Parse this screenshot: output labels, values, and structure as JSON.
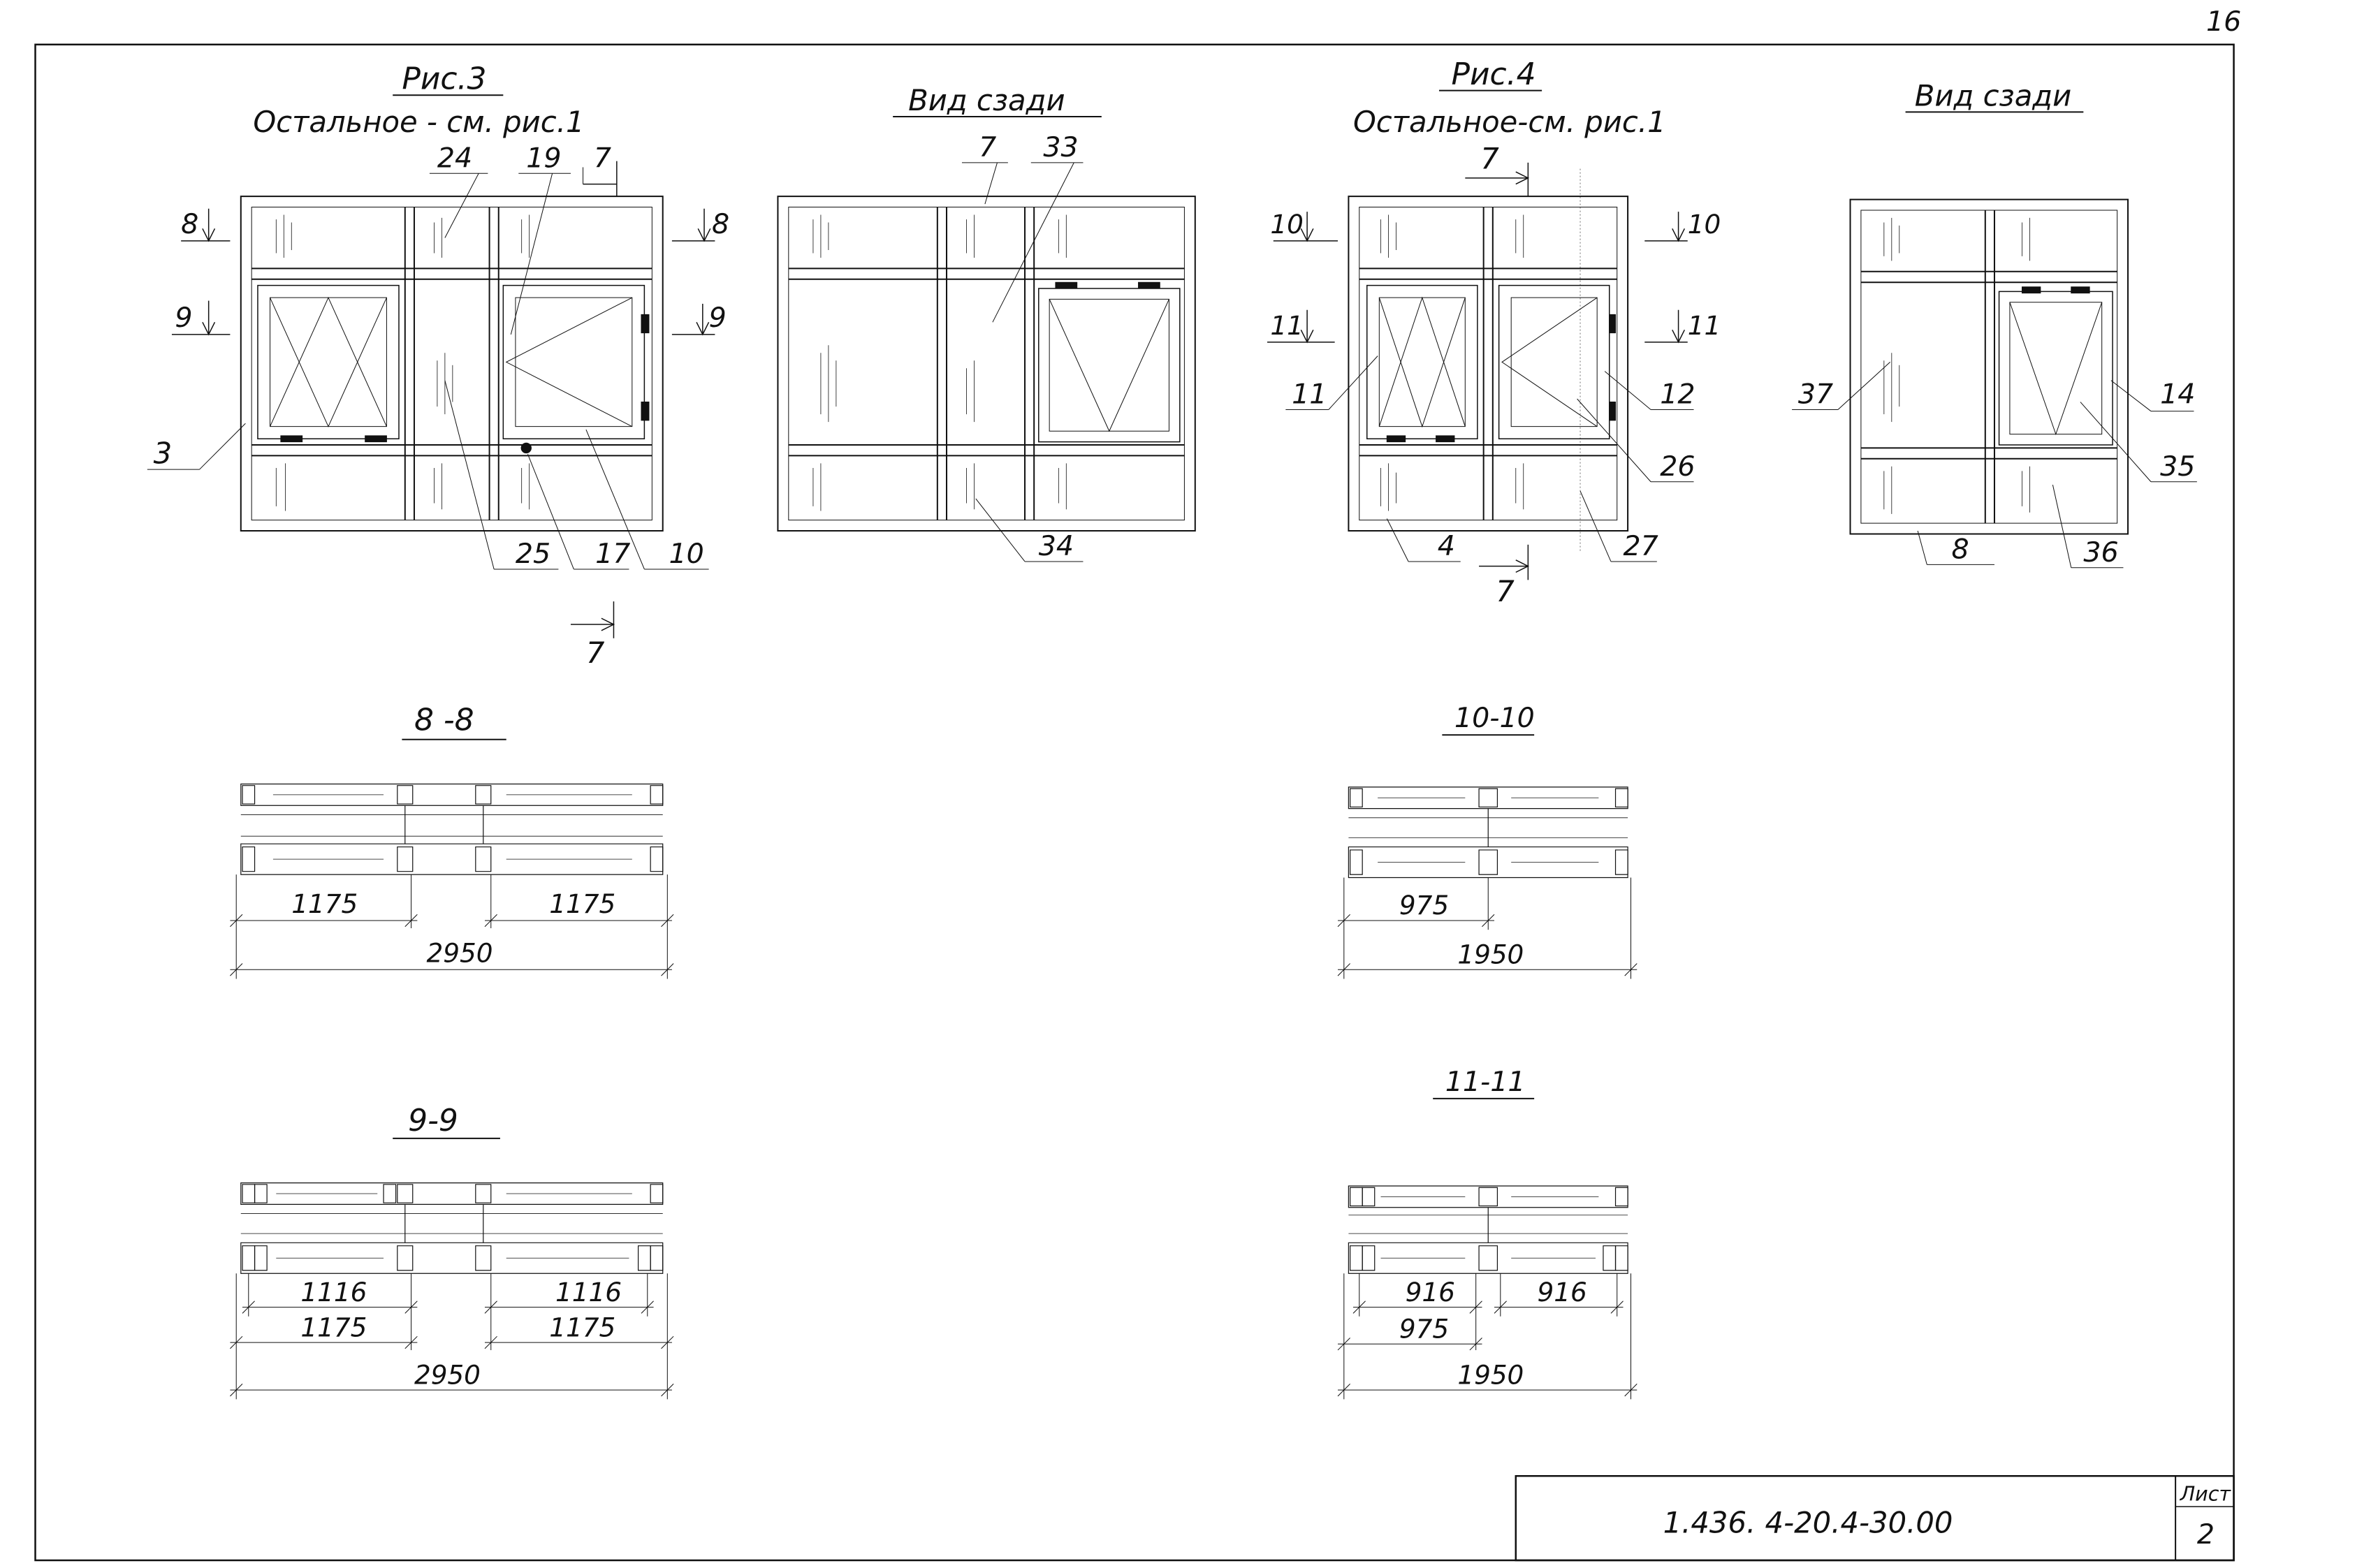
{
  "page_number": "16",
  "fig3": {
    "title": "Рис.3",
    "note": "Остальное - см. рис.1",
    "labels": {
      "n24": "24",
      "n19": "19",
      "n7": "7",
      "n8a": "8",
      "n8b": "8",
      "n9a": "9",
      "n9b": "9",
      "n3": "3",
      "n25": "25",
      "n17": "17",
      "n10": "10",
      "cut7": "7"
    }
  },
  "fig3_back": {
    "title": "Вид сзади",
    "labels": {
      "n7": "7",
      "n33": "33",
      "n34": "34"
    }
  },
  "fig4": {
    "title": "Рис.4",
    "note": "Остальное-см. рис.1",
    "labels": {
      "n7top": "7",
      "n10a": "10",
      "n10b": "10",
      "n11a": "11",
      "n11b": "11",
      "n11c": "11",
      "n12": "12",
      "n26": "26",
      "n27": "27",
      "n4": "4",
      "n7bot": "7"
    }
  },
  "fig4_back": {
    "title": "Вид сзади",
    "labels": {
      "n37": "37",
      "n14": "14",
      "n35": "35",
      "n36": "36",
      "n8": "8"
    }
  },
  "sec_8_8": {
    "title": "8 -8",
    "dims": {
      "a": "1175",
      "b": "1175",
      "total": "2950"
    }
  },
  "sec_9_9": {
    "title": "9-9",
    "dims": {
      "a1": "1116",
      "a2": "1175",
      "b1": "1116",
      "b2": "1175",
      "total": "2950"
    }
  },
  "sec_10_10": {
    "title": "10-10",
    "dims": {
      "a": "975",
      "total": "1950"
    }
  },
  "sec_11_11": {
    "title": "11-11",
    "dims": {
      "a1": "916",
      "a2": "975",
      "b1": "916",
      "total": "1950"
    }
  },
  "title_block": {
    "doc_code": "1.436. 4-20.4-30.00",
    "sheet_label": "Лист",
    "sheet_number": "2"
  }
}
